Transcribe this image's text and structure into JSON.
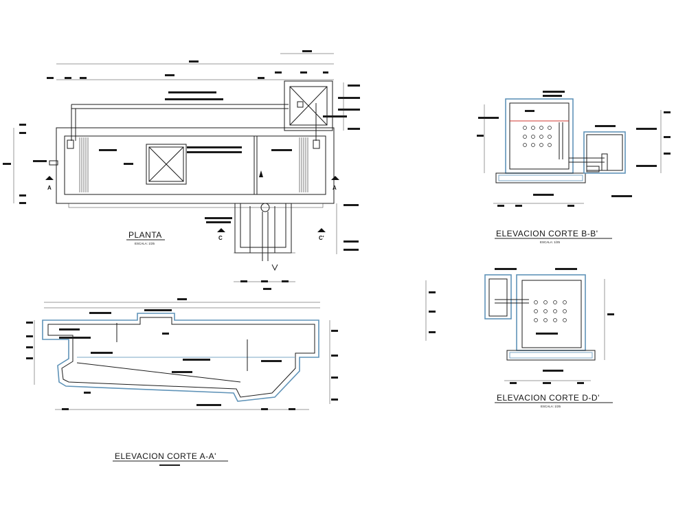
{
  "views": {
    "plan": {
      "title": "PLANTA",
      "scale": "ESCALA: 1/25",
      "section_marks": [
        "A",
        "A",
        "C",
        "C'"
      ]
    },
    "section_bb": {
      "title": "ELEVACION CORTE B-B'",
      "scale": "ESCALA: 1/25"
    },
    "section_dd": {
      "title": "ELEVACION CORTE D-D'",
      "scale": "ESCALA: 1/25"
    },
    "section_aa": {
      "title": "ELEVACION CORTE A-A'"
    }
  },
  "colors": {
    "line": "#1a1a1a",
    "concrete": "#5f93b8",
    "accent": "#d0342c"
  }
}
